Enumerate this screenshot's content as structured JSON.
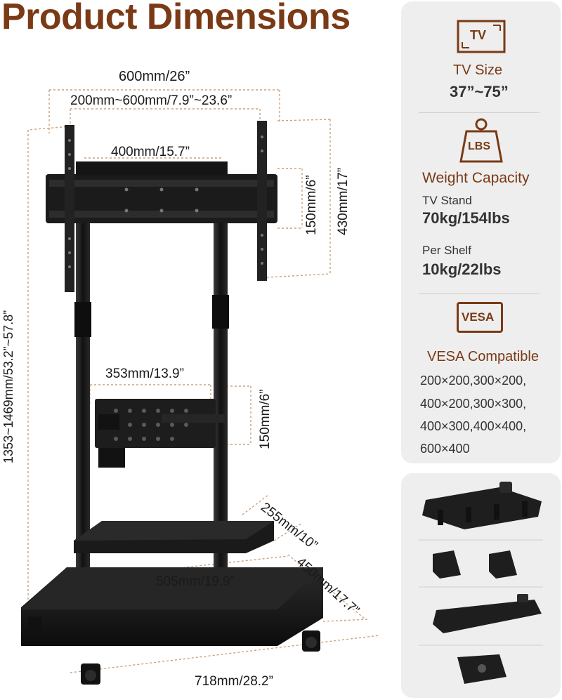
{
  "title": "Product Dimensions",
  "dimensions": {
    "top_width": "600mm/26”",
    "vesa_width_range": "200mm~600mm/7.9”~23.6”",
    "bar_width": "400mm/15.7”",
    "vesa_height": "150mm/6”",
    "mount_height": "430mm/17”",
    "total_height": "1353~1469mm/53.2”~57.8”",
    "shelf_width": "353mm/13.9”",
    "shelf_height": "150mm/6”",
    "tray_depth": "255mm/10”",
    "tray_width": "505mm/19.9”",
    "base_depth": "450mm/17.7”",
    "base_width": "718mm/28.2”"
  },
  "specs": {
    "tv_icon": "TV",
    "tv_size_label": "TV Size",
    "tv_size_value": "37”~75”",
    "weight_icon": "LBS",
    "weight_label": "Weight Capacity",
    "stand_label": "TV Stand",
    "stand_value": "70kg/154lbs",
    "shelf_label": "Per Shelf",
    "shelf_value": "10kg/22lbs",
    "vesa_icon": "VESA",
    "vesa_label": "VESA Compatible",
    "vesa_values": [
      "200×200,300×200,",
      "400×200,300×300,",
      "400×300,400×400,",
      "600×400"
    ]
  },
  "colors": {
    "accent": "#7a3a16",
    "panel_bg": "#eeeeee",
    "metal": "#1b1b1b"
  }
}
